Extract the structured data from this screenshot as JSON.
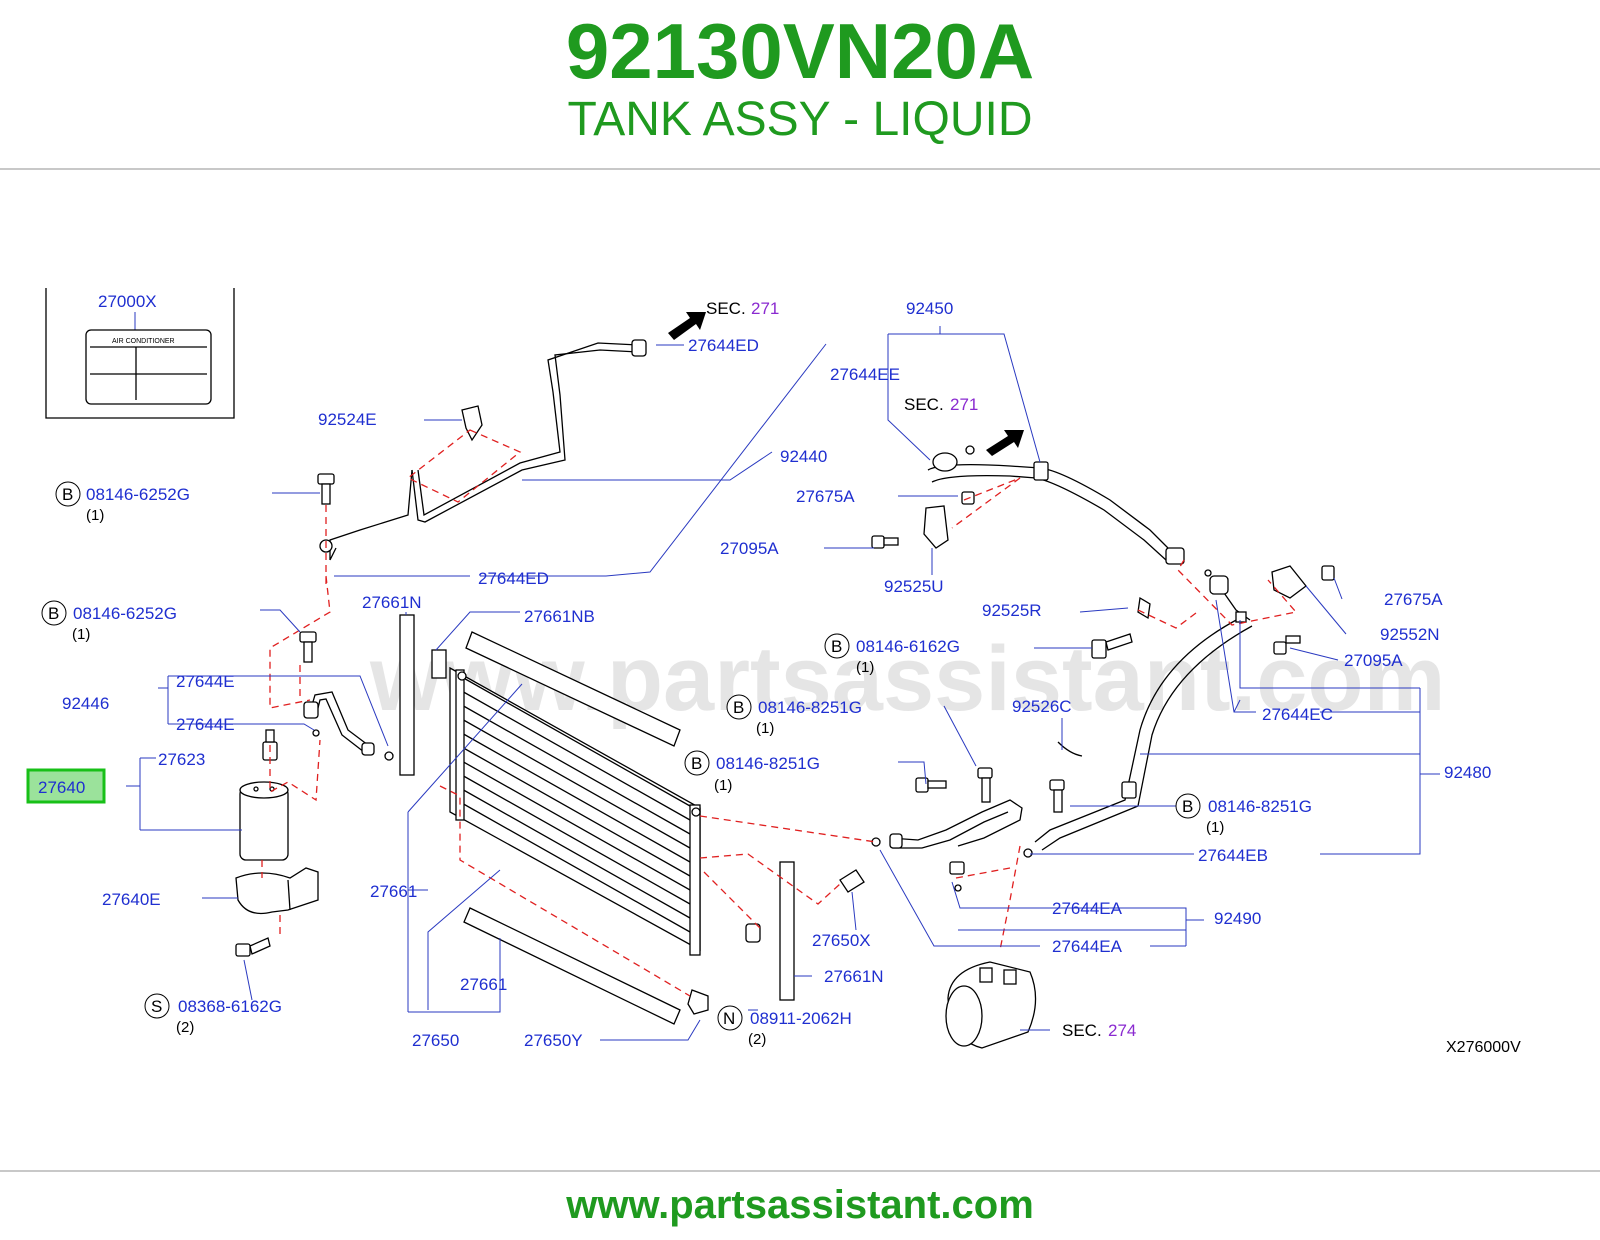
{
  "header": {
    "part_number": "92130VN20A",
    "part_name": "TANK ASSY - LIQUID"
  },
  "footer": {
    "url": "www.partsassistant.com"
  },
  "diagram": {
    "watermark": "www.partsassistant.com",
    "figure_code": "X276000V",
    "highlighted_part": "27640",
    "label_box": {
      "part": "27000X",
      "caption": "AIR    CONDITIONER"
    },
    "part_labels": {
      "p27644ED_top": "27644ED",
      "p92524E": "92524E",
      "p08146_6252G_a": "08146-6252G",
      "p92440": "92440",
      "p27644ED_mid": "27644ED",
      "p08146_6252G_b": "08146-6252G",
      "p27661N_top": "27661N",
      "p27661NB": "27661NB",
      "p27644E_a": "27644E",
      "p92446": "92446",
      "p27644E_b": "27644E",
      "p27623": "27623",
      "p27640E": "27640E",
      "p08368_6162G": "08368-6162G",
      "p27661_left": "27661",
      "p27661_low": "27661",
      "p27650": "27650",
      "p27650Y": "27650Y",
      "p08911_2062H": "08911-2062H",
      "p27661N_low": "27661N",
      "p27650X": "27650X",
      "p92450": "92450",
      "p27644EE": "27644EE",
      "p27675A_a": "27675A",
      "p27095A_a": "27095A",
      "p92525U": "92525U",
      "p92525R": "92525R",
      "p08146_6162G": "08146-6162G",
      "p08146_8251G_a": "08146-8251G",
      "p08146_8251G_b": "08146-8251G",
      "p92526C": "92526C",
      "p27675A_b": "27675A",
      "p92552N": "92552N",
      "p27095A_b": "27095A",
      "p27644EC": "27644EC",
      "p92480": "92480",
      "p08146_8251G_c": "08146-8251G",
      "p27644EB": "27644EB",
      "p27644EA_a": "27644EA",
      "p92490": "92490",
      "p27644EA_b": "27644EA"
    },
    "qty": {
      "q08146_6252G_a": "(1)",
      "q08146_6252G_b": "(1)",
      "q08368_6162G": "(2)",
      "q08911_2062H": "(2)",
      "q08146_6162G": "(1)",
      "q08146_8251G_a": "(1)",
      "q08146_8251G_b": "(1)",
      "q08146_8251G_c": "(1)"
    },
    "circle_codes": {
      "b1": "B",
      "b2": "B",
      "b3": "B",
      "b4": "B",
      "b5": "B",
      "b6": "B",
      "s1": "S",
      "n1": "N"
    },
    "sections": [
      {
        "prefix": "SEC.",
        "number": "271"
      },
      {
        "prefix": "SEC.",
        "number": "271"
      },
      {
        "prefix": "SEC.",
        "number": "274"
      }
    ]
  },
  "colors": {
    "title_green": "#1f9a1f",
    "label_blue": "#1f2fd0",
    "section_purple": "#8a2ad0",
    "dashed_red": "#e02020",
    "highlight_green": "#18c018"
  }
}
